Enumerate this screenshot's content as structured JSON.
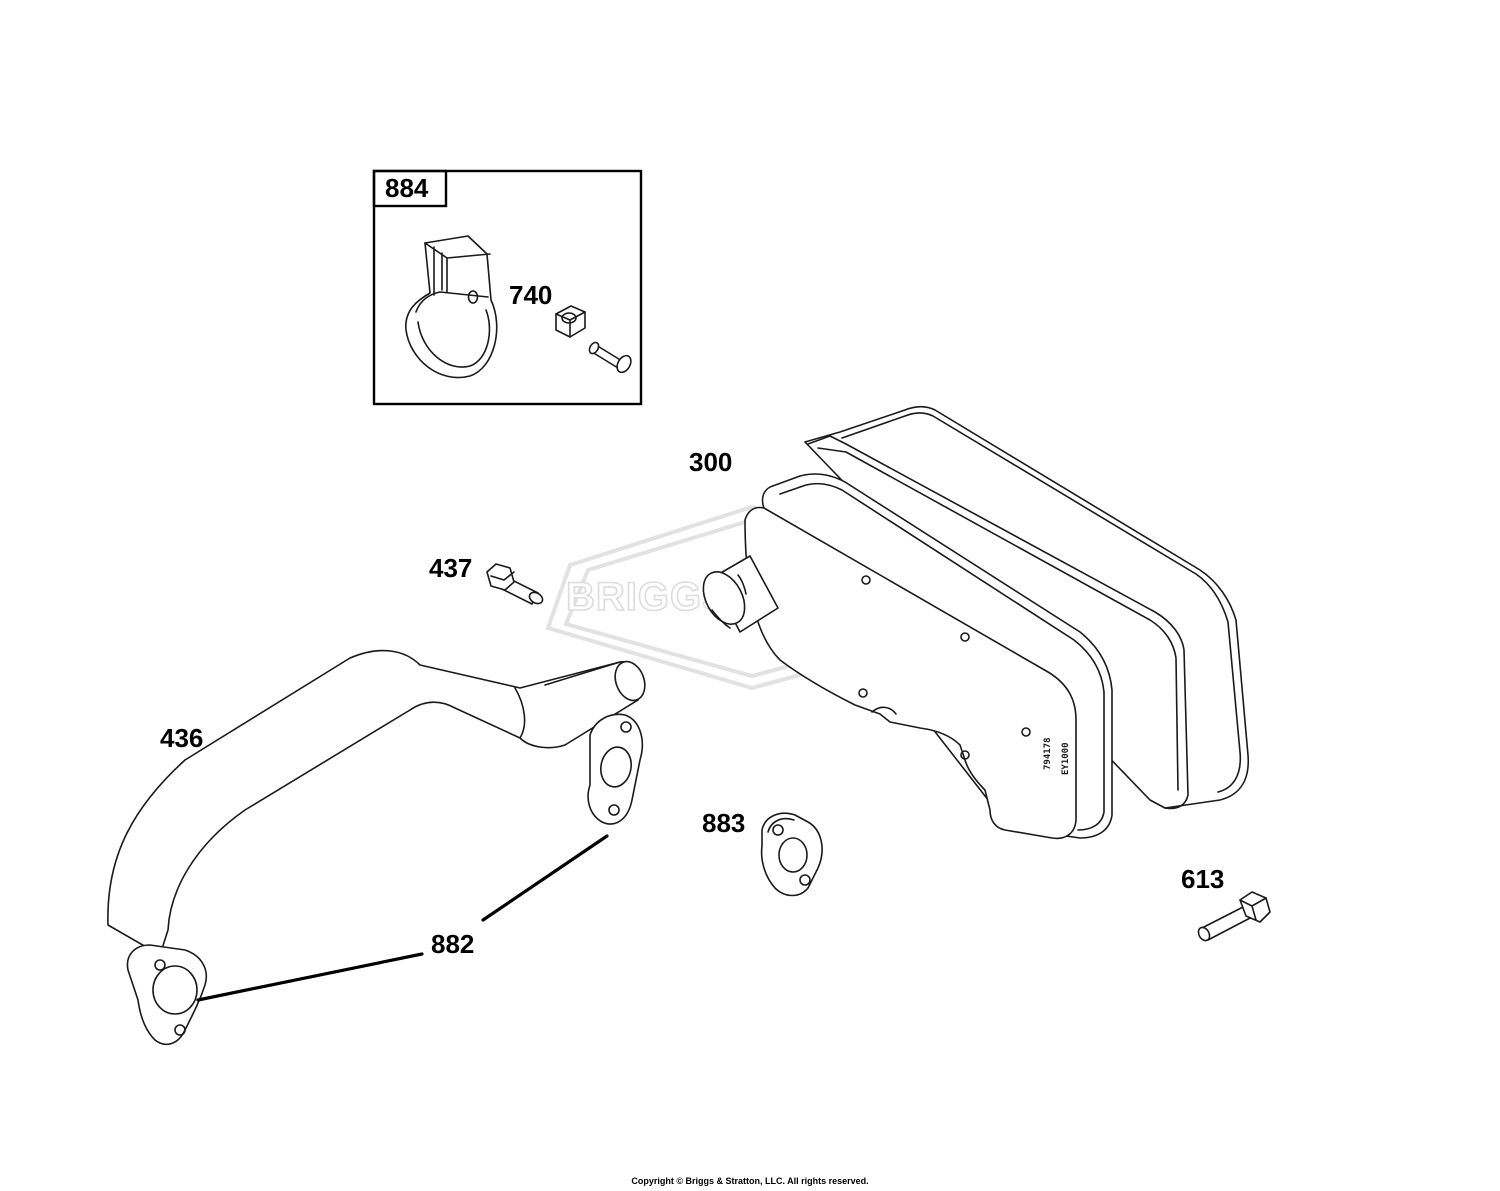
{
  "watermark": {
    "brand": "BRIGGS&STRATTON",
    "registered": "®"
  },
  "labels": {
    "kit_box": "884",
    "nut": "740",
    "muffler": "300",
    "screw_437": "437",
    "exhaust_pipe": "436",
    "gasket_883": "883",
    "gasket_882": "882",
    "bolt_613": "613"
  },
  "stamp": {
    "line1": "794178",
    "line2": "EY1000"
  },
  "footer": {
    "copyright": "Copyright © Briggs & Stratton, LLC. All rights reserved."
  },
  "colors": {
    "line": "#1a1a1a",
    "watermark": "#e2e2e2",
    "background": "#ffffff"
  }
}
